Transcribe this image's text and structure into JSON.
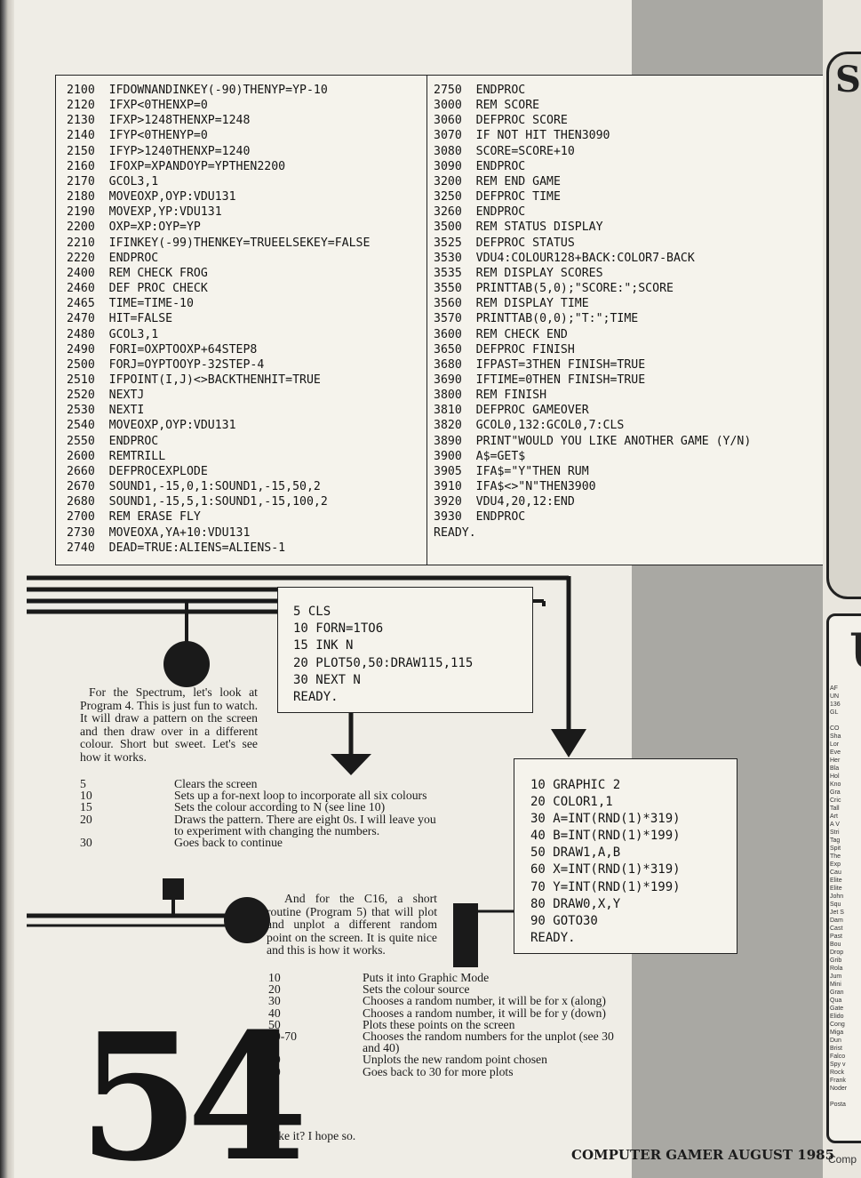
{
  "listing_left": [
    "2100  IFDOWNANDINKEY(-90)THENYP=YP-10",
    "2120  IFXP<0THENXP=0",
    "2130  IFXP>1248THENXP=1248",
    "2140  IFYP<0THENYP=0",
    "2150  IFYP>1240THENXP=1240",
    "2160  IFOXP=XPANDOYP=YPTHEN2200",
    "2170  GCOL3,1",
    "2180  MOVEOXP,OYP:VDU131",
    "2190  MOVEXP,YP:VDU131",
    "2200  OXP=XP:OYP=YP",
    "2210  IFINKEY(-99)THENKEY=TRUEELSEKEY=FALSE",
    "2220  ENDPROC",
    "2400  REM CHECK FROG",
    "2460  DEF PROC CHECK",
    "2465  TIME=TIME-10",
    "2470  HIT=FALSE",
    "2480  GCOL3,1",
    "2490  FORI=OXPTOOXP+64STEP8",
    "2500  FORJ=OYPTOOYP-32STEP-4",
    "2510  IFPOINT(I,J)<>BACKTHENHIT=TRUE",
    "2520  NEXTJ",
    "2530  NEXTI",
    "2540  MOVEOXP,OYP:VDU131",
    "2550  ENDPROC",
    "2600  REMTRILL",
    "2660  DEFPROCEXPLODE",
    "2670  SOUND1,-15,0,1:SOUND1,-15,50,2",
    "2680  SOUND1,-15,5,1:SOUND1,-15,100,2",
    "2700  REM ERASE FLY",
    "2730  MOVEOXA,YA+10:VDU131",
    "2740  DEAD=TRUE:ALIENS=ALIENS-1"
  ],
  "listing_right": [
    "2750  ENDPROC",
    "3000  REM SCORE",
    "3060  DEFPROC SCORE",
    "3070  IF NOT HIT THEN3090",
    "3080  SCORE=SCORE+10",
    "3090  ENDPROC",
    "3200  REM END GAME",
    "3250  DEFPROC TIME",
    "3260  ENDPROC",
    "3500  REM STATUS DISPLAY",
    "3525  DEFPROC STATUS",
    "3530  VDU4:COLOUR128+BACK:COLOR7-BACK",
    "3535  REM DISPLAY SCORES",
    "3550  PRINTTAB(5,0);\"SCORE:\";SCORE",
    "3560  REM DISPLAY TIME",
    "3570  PRINTTAB(0,0);\"T:\";TIME",
    "3600  REM CHECK END",
    "3650  DEFPROC FINISH",
    "3680  IFPAST=3THEN FINISH=TRUE",
    "3690  IFTIME=0THEN FINISH=TRUE",
    "3800  REM FINISH",
    "3810  DEFPROC GAMEOVER",
    "3820  GCOL0,132:GCOL0,7:CLS",
    "3890  PRINT\"WOULD YOU LIKE ANOTHER GAME (Y/N)",
    "3900  A$=GET$",
    "3905  IFA$=\"Y\"THEN RUM",
    "3910  IFA$<>\"N\"THEN3900",
    "3920  VDU4,20,12:END",
    "3930  ENDPROC",
    "READY."
  ],
  "program4": [
    "5 CLS",
    "10 FORN=1TO6",
    "15 INK N",
    "20 PLOT50,50:DRAW115,115",
    "30 NEXT N",
    "READY."
  ],
  "program5": [
    "10 GRAPHIC 2",
    "20 COLOR1,1",
    "30 A=INT(RND(1)*319)",
    "40 B=INT(RND(1)*199)",
    "50 DRAW1,A,B",
    "60 X=INT(RND(1)*319)",
    "70 Y=INT(RND(1)*199)",
    "80 DRAW0,X,Y",
    "90 GOTO30",
    "READY."
  ],
  "spectrum": {
    "intro": "For the Spectrum, let's look at Program 4. This is just fun to watch. It will draw a pattern on the screen and then draw over in a different colour. Short but sweet. Let's see how it works.",
    "lines": [
      {
        "n": "5",
        "d": "Clears the screen"
      },
      {
        "n": "10",
        "d": "Sets up a for-next loop to incorporate all six colours"
      },
      {
        "n": "15",
        "d": "Sets the colour according to N (see line 10)"
      },
      {
        "n": "20",
        "d": "Draws the pattern. There are eight 0s. I will leave you to experiment with changing the numbers."
      },
      {
        "n": "30",
        "d": "Goes back to continue"
      }
    ]
  },
  "c16": {
    "intro": "And for the C16, a short routine (Program 5) that will plot and unplot a different random point on the screen. It is quite nice and this is how it works.",
    "lines": [
      {
        "n": "10",
        "d": "Puts it into Graphic Mode"
      },
      {
        "n": "20",
        "d": "Sets the colour source"
      },
      {
        "n": "30",
        "d": "Chooses a random number, it will be for x (along)"
      },
      {
        "n": "40",
        "d": "Chooses a random number, it will be for y (down)"
      },
      {
        "n": "50",
        "d": "Plots these points on the screen"
      },
      {
        "n": "60-70",
        "d": "Chooses the random numbers for the unplot (see 30 and 40)"
      },
      {
        "n": "80",
        "d": "Unplots the new random point chosen"
      },
      {
        "n": "90",
        "d": "Goes back to 30 for more plots"
      }
    ],
    "outro": "Like it? I hope so."
  },
  "page_number": "54",
  "footer": "COMPUTER GAMER AUGUST 1985",
  "edge": {
    "top_glyph": "S",
    "mid_glyph": "U",
    "list": "AF\nUN\n136\nGL\n\nCO\nSha\nLor\nEve\nHer\nBla\nHol\nKno\nGra\nCric\nTall\nArt\nA V\nStri\nTag\nSpit\nThe\nExp\nCau\nElite\nElite\nJohn\nSqu\nJet S\nDam\nCast\nPast\nBou\nDrop\nGrib\nRola\nJum\nMini\nGran\nQua\nGate\nElido\nCong\nMiga\nDun\nBrist\nFalco\nSpy v\nRock\nFrank\nNoder\n\nPosta",
    "foot": "Comp"
  }
}
